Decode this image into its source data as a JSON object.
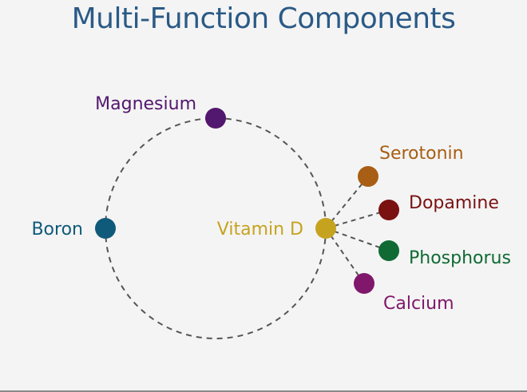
{
  "title": "Multi-Function Components",
  "connector_style": "dashed",
  "connector_color": "#555555",
  "nodes": [
    {
      "id": "magnesium",
      "label": "Magnesium",
      "color": "#52176e"
    },
    {
      "id": "boron",
      "label": "Boron",
      "color": "#0f5a7a"
    },
    {
      "id": "vitamin-d",
      "label": "Vitamin D",
      "color": "#c6a31f"
    },
    {
      "id": "serotonin",
      "label": "Serotonin",
      "color": "#a85e14"
    },
    {
      "id": "dopamine",
      "label": "Dopamine",
      "color": "#7a1212"
    },
    {
      "id": "phosphorus",
      "label": "Phosphorus",
      "color": "#106a33"
    },
    {
      "id": "calcium",
      "label": "Calcium",
      "color": "#80176b"
    }
  ],
  "ring": [
    "magnesium",
    "boron",
    "vitamin-d"
  ],
  "links": [
    {
      "from": "vitamin-d",
      "to": "serotonin"
    },
    {
      "from": "vitamin-d",
      "to": "dopamine"
    },
    {
      "from": "vitamin-d",
      "to": "phosphorus"
    },
    {
      "from": "vitamin-d",
      "to": "calcium"
    }
  ]
}
